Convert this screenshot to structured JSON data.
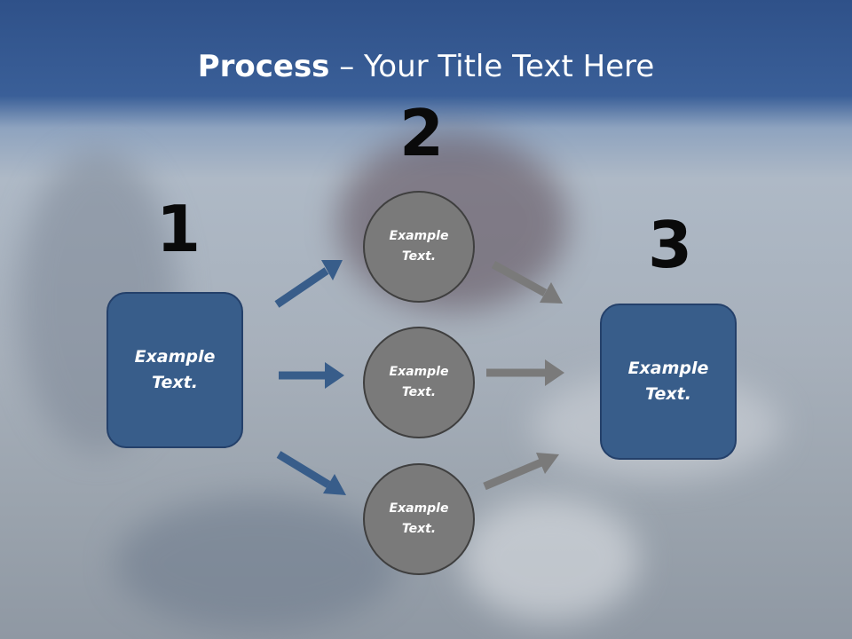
{
  "title": {
    "bold": "Process",
    "rest": " – Your Title Text Here"
  },
  "steps": {
    "one": "1",
    "two": "2",
    "three": "3"
  },
  "left_box": {
    "label": "Example\nText."
  },
  "right_box": {
    "label": "Example\nText."
  },
  "circles": [
    {
      "label": "Example\nText."
    },
    {
      "label": "Example\nText."
    },
    {
      "label": "Example\nText."
    }
  ],
  "colors": {
    "box_fill": "#385d8a",
    "circle_fill": "#7a7a7a",
    "blue_arrow": "#385d8a",
    "gray_arrow": "#7a7a7a"
  }
}
